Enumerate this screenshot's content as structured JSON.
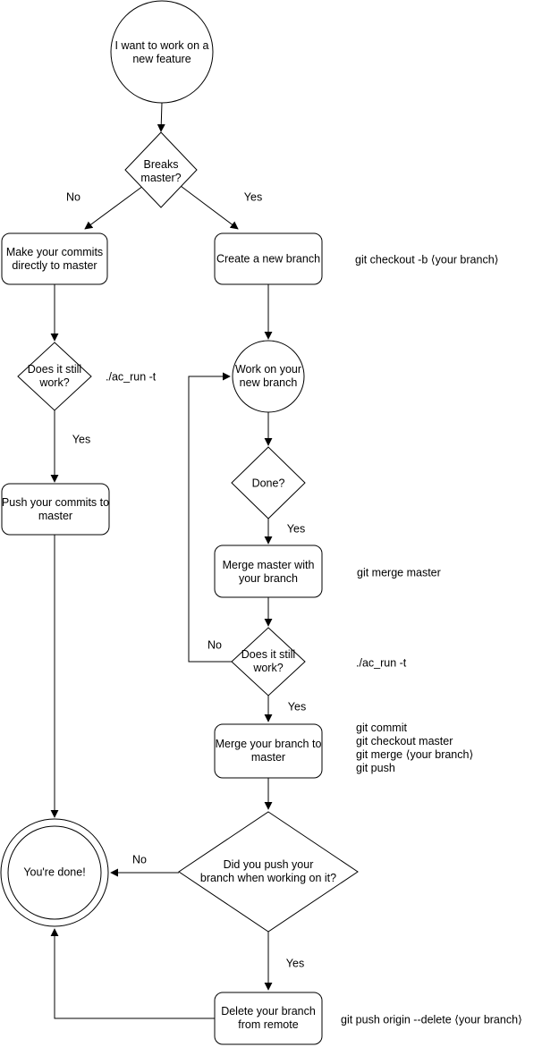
{
  "colors": {
    "stroke": "#000000",
    "background": "#ffffff",
    "text": "#000000"
  },
  "nodes": {
    "start": {
      "label": "I want to work on a\nnew feature"
    },
    "breaks_master": {
      "label": "Breaks\nmaster?"
    },
    "make_commits": {
      "label": "Make your commits\ndirectly to master"
    },
    "create_branch": {
      "label": "Create a new branch"
    },
    "does_it_work_left": {
      "label": "Does it still\nwork?"
    },
    "push_commits": {
      "label": "Push your commits to\nmaster"
    },
    "work_on_branch": {
      "label": "Work on your\nnew branch"
    },
    "done": {
      "label": "Done?"
    },
    "merge_master": {
      "label": "Merge master with\nyour branch"
    },
    "does_it_work_right": {
      "label": "Does it still\nwork?"
    },
    "merge_branch": {
      "label": "Merge your branch to\nmaster"
    },
    "did_you_push": {
      "label": "Did you push your\nbranch when working on it?"
    },
    "youre_done": {
      "label": "You're done!"
    },
    "delete_branch": {
      "label": "Delete your branch\nfrom remote"
    }
  },
  "commands": {
    "checkout": "git checkout -b ⟨your branch⟩",
    "ac_run_left": "./ac_run -t",
    "merge_master": "git merge master",
    "ac_run_right": "./ac_run -t",
    "merge_block": "git commit\ngit checkout master\ngit merge ⟨your branch⟩\ngit push",
    "delete_remote": "git push origin --delete ⟨your branch⟩"
  },
  "edge_labels": {
    "breaks_no": "No",
    "breaks_yes": "Yes",
    "work_left_yes": "Yes",
    "done_yes": "Yes",
    "loop_no": "No",
    "work_right_yes": "Yes",
    "push_no": "No",
    "push_yes": "Yes"
  }
}
